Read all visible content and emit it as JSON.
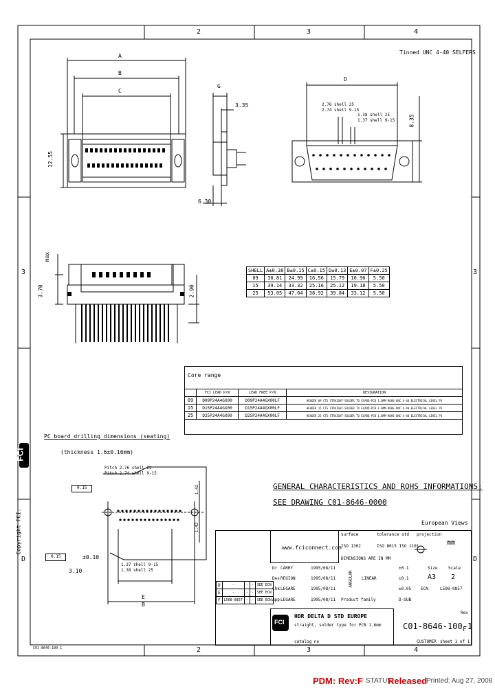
{
  "frame": {
    "col_labels": [
      "2",
      "3",
      "4"
    ],
    "row_labels": [
      "3",
      "3",
      "D"
    ],
    "copyright": "Copyright FCI."
  },
  "views": {
    "tinned_label": "Tinned UNC 4-40 SELFERS",
    "dim_A": "A",
    "dim_B": "B",
    "dim_C": "C",
    "dim_D": "D",
    "dim_E": "E",
    "dim_G": "G",
    "dim_335": "3.35",
    "dim_1255": "12.55",
    "dim_630": "6.30",
    "dim_835": "8.35",
    "dim_370": "3.70",
    "dim_max": "max",
    "dim_290": "2.90",
    "pitch_note_1": "2.76 shell 25",
    "pitch_note_2": "2.74 shell 9-15",
    "pitch_note_3": "1.38 shell 25",
    "pitch_note_4": "1.37 shell 9-15"
  },
  "size_table": {
    "headers": [
      "SHELL",
      "A±0.38",
      "B±0.15",
      "C±0.15",
      "D±0.13",
      "E±0.07",
      "F±0.25"
    ],
    "rows": [
      [
        "09",
        "30.81",
        "24.99",
        "16.56",
        "15.79",
        "10.96",
        "5.50"
      ],
      [
        "15",
        "39.14",
        "33.32",
        "25.16",
        "25.12",
        "19.18",
        "5.50"
      ],
      [
        "25",
        "53.05",
        "47.04",
        "38.92",
        "39.84",
        "33.12",
        "5.50"
      ]
    ]
  },
  "core_range": {
    "title": "Core range",
    "headers": [
      "",
      "FCI LEAD P/N",
      "LEAD FREE P/N",
      "DESIGNATION"
    ],
    "rows": [
      [
        "09",
        "D09P24A4GX00",
        "D09P24A4GX00LF",
        "HEADER 09 CTS STRAIGHT-SOLDER TO ECARD-PCB 1.6MM-ROHS-UNC 4-40 ELECTRICAL LEVEL P3"
      ],
      [
        "15",
        "D15P24A4GX00",
        "D15P24A4GX00LF",
        "HEADER 15 CTS STRAIGHT-SOLDER TO ECARD-PCB 1.6MM-ROHS-UNC 4-40 ELECTRICAL LEVEL P3"
      ],
      [
        "25",
        "D25P24A4GX00",
        "D25P24A4GX00LF",
        "HEADER 25 CTS STRAIGHT-SOLDER TO ECARD-PCB 1.6MM-ROHS-UNC 4-40 ELECTRICAL LEVEL P3"
      ]
    ]
  },
  "pcb": {
    "title": "PC board drilling dimensions (seating)",
    "thickness": "(thickness 1.6±0.16mm)",
    "pitch_1": "Pitch 2.76 shell 25",
    "pitch_2": "Pitch 2.74 shell 9-15",
    "tol_1": "0.15",
    "tol_2": "0.15",
    "hole_dia": "3.10",
    "tol_010": "±0.10",
    "dim_142": "1.42",
    "dim_284": "1.42",
    "note_1": "1.37 shell 9-15",
    "note_2": "1.38 shell 25",
    "dim_E": "E",
    "dim_B": "B"
  },
  "rohs": {
    "line1": "GENERAL CHARACTERISTICS AND ROHS INFORMATIONS:",
    "line2": "SEE DRAWING C01-8646-0000"
  },
  "title_block": {
    "european_views": "European Views",
    "website": "www.fciconnect.com",
    "surface": "surface",
    "iso": "ISO 1302",
    "tolerance_std": "tolerance std",
    "iso_tol": "ISO 8015 ISO 1101",
    "projection": "projection",
    "unit": "mm",
    "dim_note": "DIMENSIONS ARE IN MM",
    "drawn_by_label": "Dr",
    "drawn_by": "CARRY",
    "drawn_date": "1995/08/11",
    "design_label": "Des",
    "design_by": "REGION",
    "design_date": "1995/08/11",
    "check_label": "Chk",
    "check_by": "LEGARE",
    "check_date": "1995/08/11",
    "appr_label": "App",
    "appr_by": "LEGARE",
    "appr_date": "1995/08/11",
    "linear": "LINEAR",
    "angular": "ANGULAR",
    "tol_x": "±0.1",
    "tol_xx": "±0.1",
    "tol_xxx": "±0.05",
    "size_label": "Size",
    "size": "A3",
    "scale_label": "Scale",
    "scale": "2",
    "product_family": "Product family",
    "ecn_label": "ECN",
    "ecn": "L508-0857",
    "d_sub": "D-SUB",
    "rev_history": [
      [
        "D",
        "-",
        "-",
        "-",
        "SEE ECN"
      ],
      [
        "E",
        "-",
        "-",
        "-",
        "SEE ECN"
      ],
      [
        "F",
        "L508-0857",
        "-",
        "-",
        "SEE ECN"
      ]
    ],
    "title_1": "HDR DELTA D STD EUROPE",
    "title_2": "straight, solder type for PCB 1.6mm",
    "catalog": "catalog no",
    "drawing_no": "C01-8646-100-1",
    "rev_label": "Rev",
    "rev": "F",
    "customer": "CUSTOMER",
    "sheet": "sheet 1 of 1",
    "small_code": "C01-8646-100-1"
  },
  "footer": {
    "pdm": "PDM: Rev:F",
    "status_label": "STATUS:",
    "status": "Released",
    "printed": "Printed: Aug 27, 2008"
  }
}
